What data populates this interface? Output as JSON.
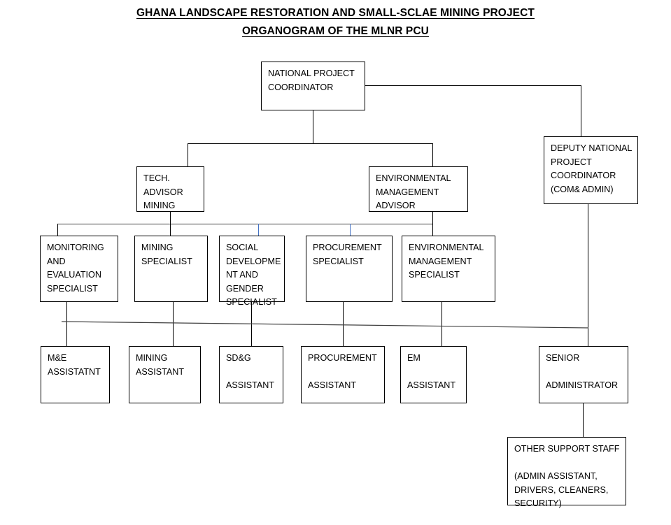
{
  "title": {
    "line1": "GHANA LANDSCAPE RESTORATION AND SMALL-SCLAE MINING PROJECT",
    "line2": "ORGANOGRAM OF THE MLNR PCU"
  },
  "colors": {
    "box_border": "#000000",
    "text": "#000000",
    "background": "#ffffff",
    "connector": "#000000",
    "connector_blue": "#4472c4",
    "connector_grey": "#404040"
  },
  "chart_data": {
    "type": "diagram",
    "subtype": "organization-chart",
    "title": "GHANA LANDSCAPE RESTORATION AND SMALL-SCLAE MINING PROJECT ORGANOGRAM OF THE MLNR PCU",
    "levels": [
      "coordinator",
      "advisor",
      "specialist",
      "assistant",
      "support"
    ],
    "edges": [
      {
        "from": "national-project-coordinator",
        "to": "deputy-national-project-coordinator"
      },
      {
        "from": "national-project-coordinator",
        "to": "tech-advisor-mining"
      },
      {
        "from": "national-project-coordinator",
        "to": "environmental-management-advisor"
      },
      {
        "from": "tech-advisor-mining",
        "to": "monitoring-and-evaluation-specialist"
      },
      {
        "from": "tech-advisor-mining",
        "to": "mining-specialist"
      },
      {
        "from": "tech-advisor-mining",
        "to": "social-development-and-gender-specialist"
      },
      {
        "from": "environmental-management-advisor",
        "to": "procurement-specialist"
      },
      {
        "from": "environmental-management-advisor",
        "to": "environmental-management-specialist"
      },
      {
        "from": "monitoring-and-evaluation-specialist",
        "to": "me-assistant"
      },
      {
        "from": "mining-specialist",
        "to": "mining-assistant"
      },
      {
        "from": "social-development-and-gender-specialist",
        "to": "sdg-assistant"
      },
      {
        "from": "procurement-specialist",
        "to": "procurement-assistant"
      },
      {
        "from": "environmental-management-specialist",
        "to": "em-assistant"
      },
      {
        "from": "deputy-national-project-coordinator",
        "to": "senior-administrator"
      },
      {
        "from": "senior-administrator",
        "to": "other-support-staff"
      }
    ]
  },
  "nodes": {
    "national_project_coordinator": {
      "id": "national-project-coordinator",
      "text": "NATIONAL PROJECT\nCOORDINATOR"
    },
    "deputy_national_project_coordinator": {
      "id": "deputy-national-project-coordinator",
      "text": "DEPUTY NATIONAL\nPROJECT\nCOORDINATOR\n(COM& ADMIN)"
    },
    "tech_advisor_mining": {
      "id": "tech-advisor-mining",
      "text": "TECH.\nADVISOR\nMINING"
    },
    "environmental_management_advisor": {
      "id": "environmental-management-advisor",
      "text": "ENVIRONMENTAL\nMANAGEMENT\nADVISOR"
    },
    "monitoring_and_evaluation_specialist": {
      "id": "monitoring-and-evaluation-specialist",
      "text": "MONITORING\nAND\nEVALUATION\nSPECIALIST"
    },
    "mining_specialist": {
      "id": "mining-specialist",
      "text": "MINING\nSPECIALIST"
    },
    "social_development_and_gender_specialist": {
      "id": "social-development-and-gender-specialist",
      "text": "SOCIAL\nDEVELOPME\nNT AND\nGENDER\nSPECIALIST"
    },
    "procurement_specialist": {
      "id": "procurement-specialist",
      "text": "PROCUREMENT\nSPECIALIST"
    },
    "environmental_management_specialist": {
      "id": "environmental-management-specialist",
      "text": "ENVIRONMENTAL\nMANAGEMENT\nSPECIALIST"
    },
    "me_assistant": {
      "id": "me-assistant",
      "text": "M&E\nASSISTATNT"
    },
    "mining_assistant": {
      "id": "mining-assistant",
      "text": "MINING\nASSISTANT"
    },
    "sdg_assistant": {
      "id": "sdg-assistant",
      "text": "SD&G\n\nASSISTANT"
    },
    "procurement_assistant": {
      "id": "procurement-assistant",
      "text": "PROCUREMENT\n\nASSISTANT"
    },
    "em_assistant": {
      "id": "em-assistant",
      "text": "EM\n\nASSISTANT"
    },
    "senior_administrator": {
      "id": "senior-administrator",
      "text": "SENIOR\n\nADMINISTRATOR"
    },
    "other_support_staff": {
      "id": "other-support-staff",
      "text": "OTHER SUPPORT STAFF\n\n(ADMIN ASSISTANT,\nDRIVERS, CLEANERS,\nSECURITY)"
    }
  }
}
